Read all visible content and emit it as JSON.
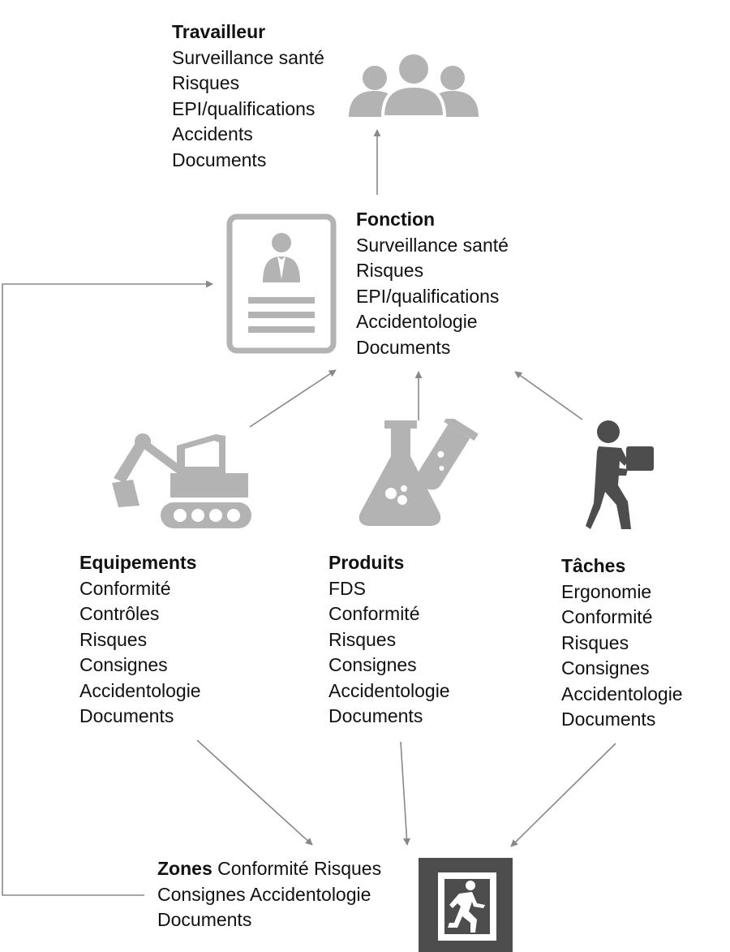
{
  "travailleur": {
    "title": "Travailleur",
    "items": [
      "Surveillance santé",
      "Risques",
      "EPI/qualifications",
      "Accidents",
      "Documents"
    ]
  },
  "fonction": {
    "title": "Fonction",
    "items": [
      "Surveillance santé",
      "Risques",
      "EPI/qualifications",
      "Accidentologie",
      "Documents"
    ]
  },
  "equipements": {
    "title": "Equipements",
    "items": [
      "Conformité",
      "Contrôles",
      "Risques",
      "Consignes",
      "Accidentologie",
      "Documents"
    ]
  },
  "produits": {
    "title": "Produits",
    "items": [
      "FDS",
      "Conformité",
      "Risques",
      "Consignes",
      "Accidentologie",
      "Documents"
    ]
  },
  "taches": {
    "title": "Tâches",
    "items": [
      "Ergonomie",
      "Conformité",
      "Risques",
      "Consignes",
      "Accidentologie",
      "Documents"
    ]
  },
  "zones": {
    "title": "Zones",
    "items": [
      "Conformité",
      "Risques",
      "Consignes",
      "Accidentologie",
      "Documents"
    ]
  },
  "icons": {
    "travailleur": "group-of-people-icon",
    "fonction": "id-card-icon",
    "equipements": "excavator-icon",
    "produits": "chemistry-flask-icon",
    "taches": "person-carrying-box-icon",
    "zones": "emergency-exit-icon"
  },
  "colors": {
    "icon_light": "#b3b3b3",
    "icon_dark": "#4d4d4d",
    "arrow": "#888888",
    "text": "#111111"
  }
}
